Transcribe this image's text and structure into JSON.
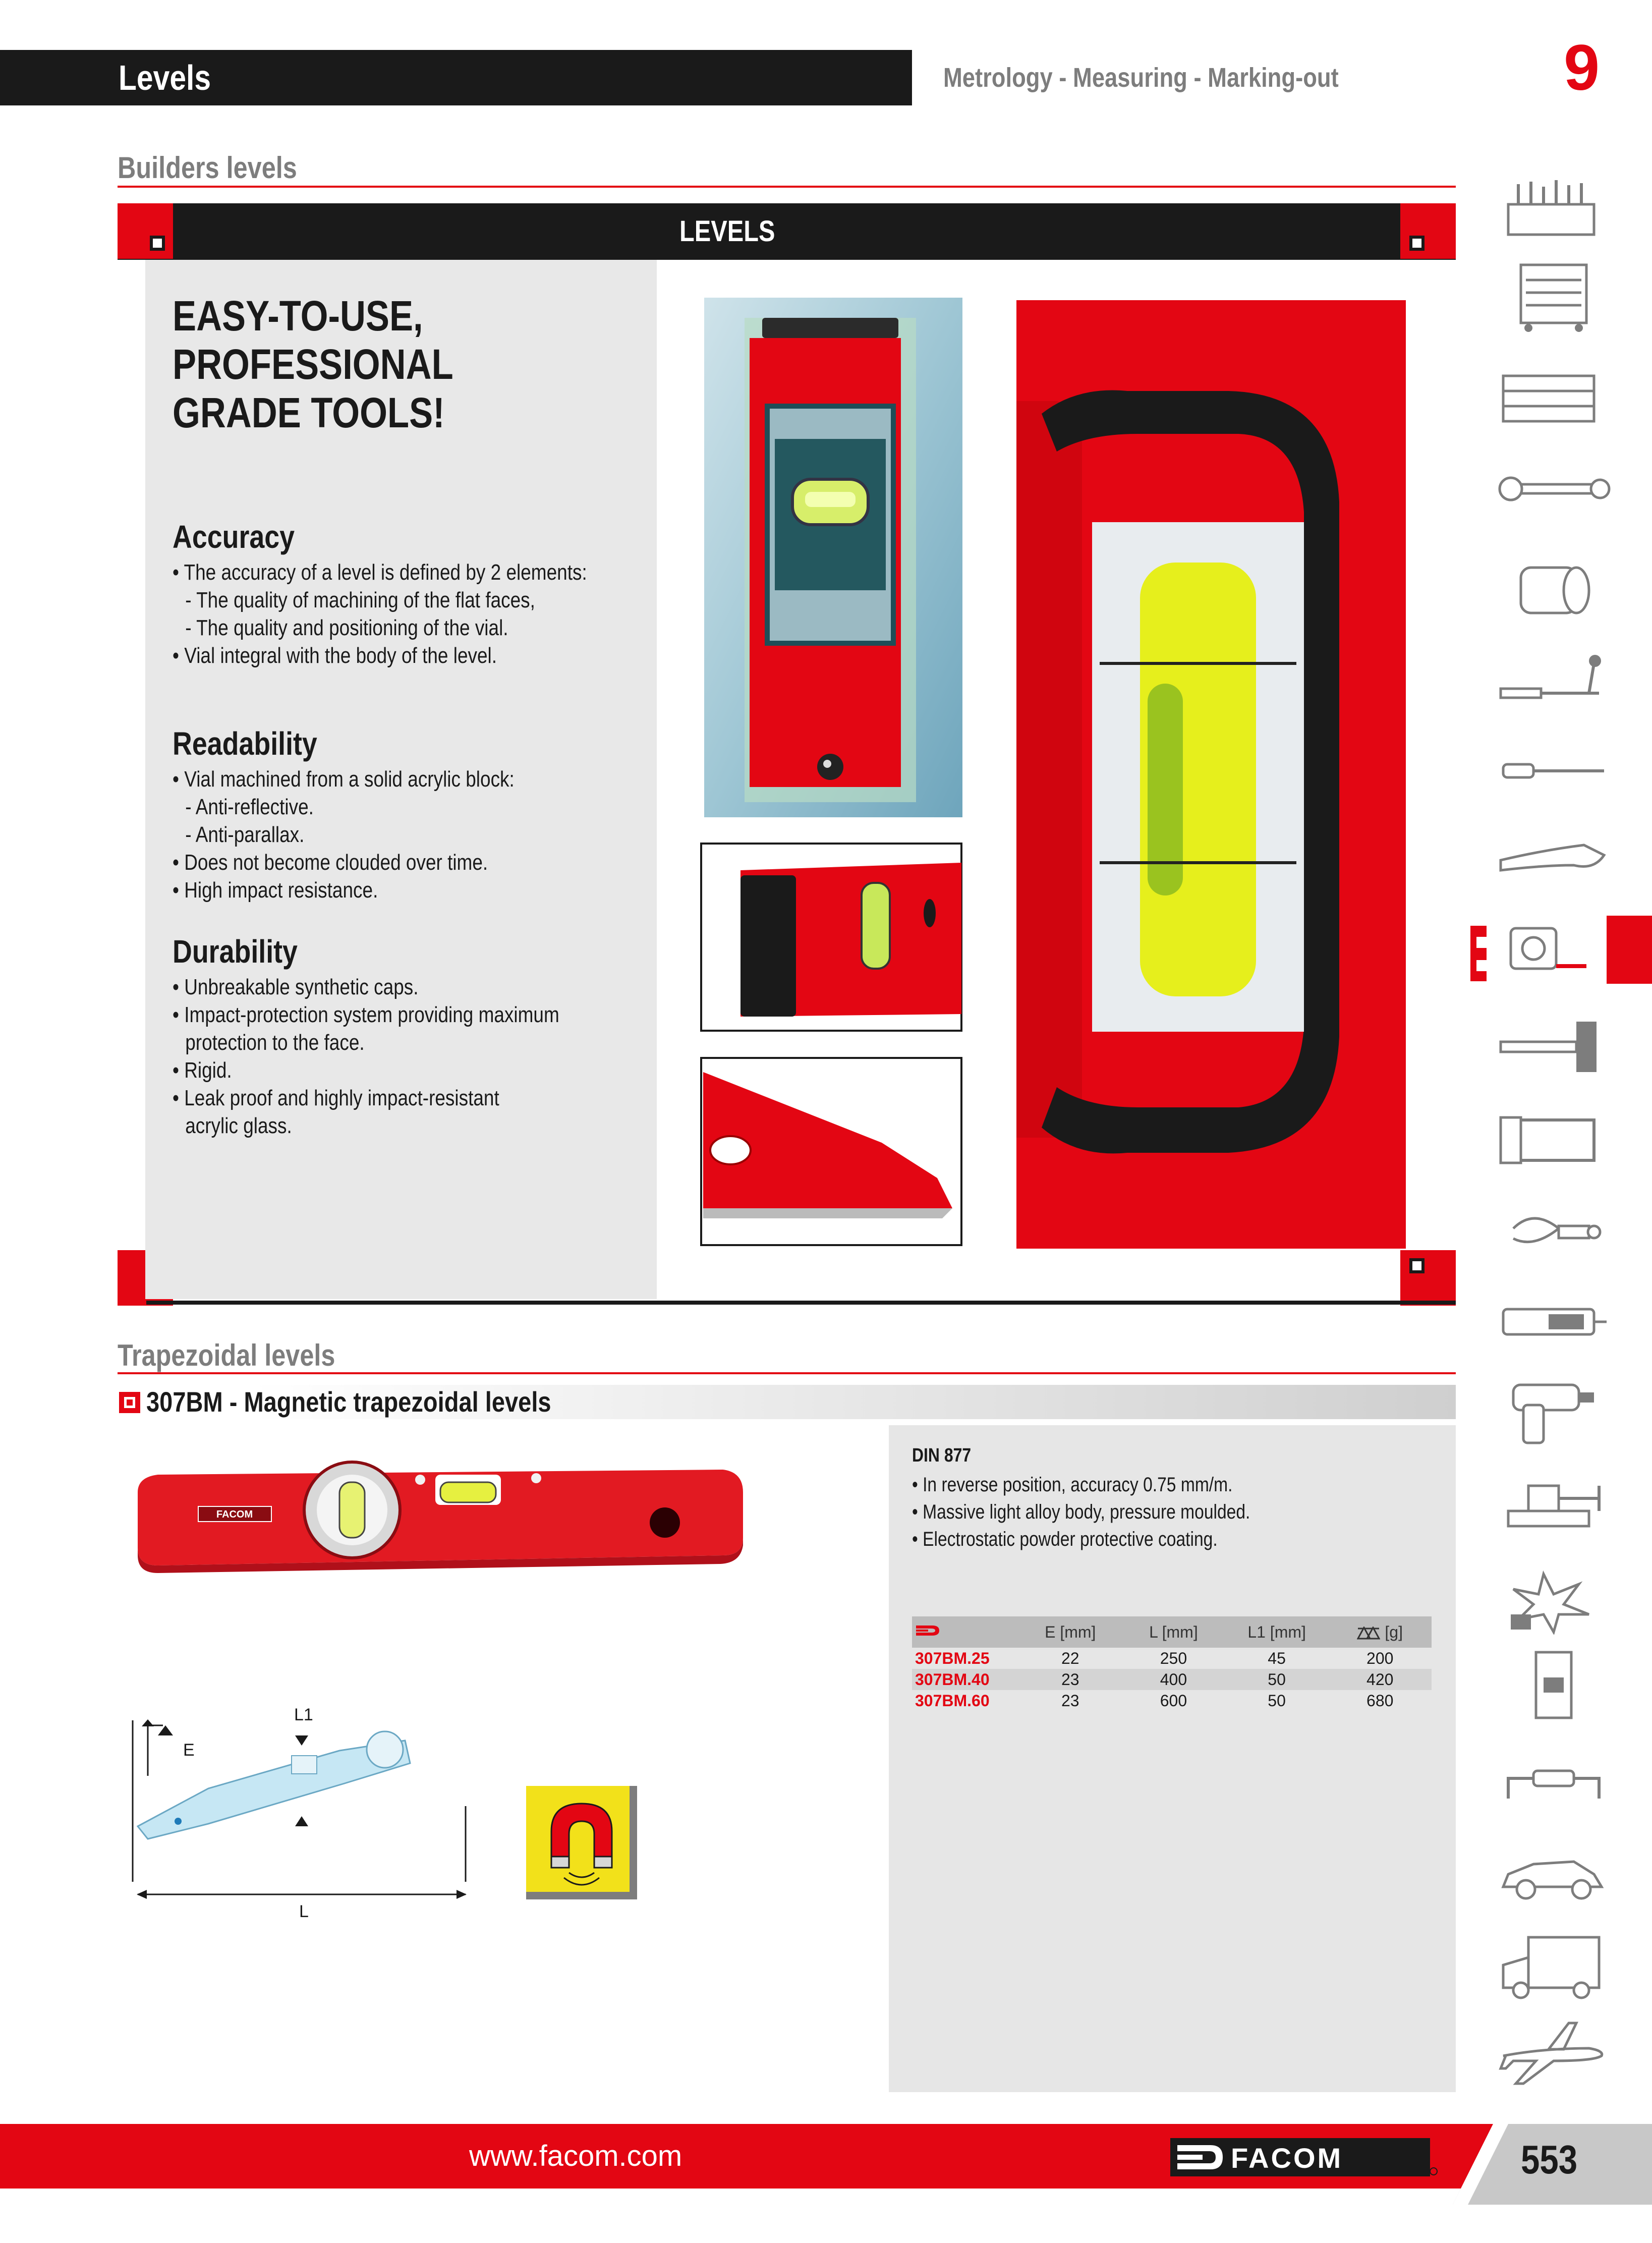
{
  "header": {
    "title": "Levels",
    "subtitle": "Metrology - Measuring - Marking-out",
    "chapter": "9"
  },
  "builders": {
    "section_title": "Builders levels",
    "panel_title": "LEVELS",
    "slogan": [
      "EASY-TO-USE,",
      "PROFESSIONAL",
      "GRADE TOOLS!"
    ],
    "blocks": [
      {
        "heading": "Accuracy",
        "lines": [
          "• The accuracy of a level is defined by 2 elements:",
          "   - The quality of machining of the flat faces,",
          "   - The quality and positioning of the vial.",
          "• Vial integral with the body of the level."
        ]
      },
      {
        "heading": "Readability",
        "lines": [
          "• Vial machined from a solid acrylic block:",
          "   - Anti-reflective.",
          "   - Anti-parallax.",
          "• Does not become clouded over time.",
          "• High impact resistance."
        ]
      },
      {
        "heading": "Durability",
        "lines": [
          "• Unbreakable synthetic caps.",
          "• Impact-protection system providing maximum",
          "   protection to the face.",
          "• Rigid.",
          "• Leak proof and highly impact-resistant",
          "   acrylic glass."
        ]
      }
    ]
  },
  "trapezoidal": {
    "section_title": "Trapezoidal levels",
    "product_title": "307BM - Magnetic trapezoidal levels",
    "logo_on_level": "FACOM",
    "diagram_labels": {
      "l1": "L1",
      "e": "E",
      "l": "L"
    },
    "spec_title": "DIN 877",
    "spec_lines": [
      "• In reverse position, accuracy 0.75 mm/m.",
      "• Massive light alloy body, pressure moulded.",
      "• Electrostatic powder protective coating."
    ],
    "table": {
      "headers": [
        "",
        "E [mm]",
        "L [mm]",
        "L1 [mm]",
        "[g]"
      ],
      "rows": [
        [
          "307BM.25",
          "22",
          "250",
          "45",
          "200"
        ],
        [
          "307BM.40",
          "23",
          "400",
          "50",
          "420"
        ],
        [
          "307BM.60",
          "23",
          "600",
          "50",
          "680"
        ]
      ]
    }
  },
  "footer": {
    "url": "www.facom.com",
    "brand": "FACOM",
    "page": "553"
  },
  "side_tabs": [
    "tool-kits-icon",
    "tool-cabinet-icon",
    "tool-box-icon",
    "wrench-icon",
    "socket-icon",
    "torque-wrench-icon",
    "screwdriver-icon",
    "pliers-icon",
    "tape-measure-icon",
    "hammer-icon",
    "hacksaw-icon",
    "puller-icon",
    "electronic-tool-icon",
    "impact-wrench-icon",
    "vice-icon",
    "safety-icon",
    "electrical-icon",
    "handle-icon",
    "car-icon",
    "truck-icon",
    "aircraft-icon"
  ],
  "colors": {
    "accent_red": "#e30613",
    "dark": "#1a1a1a",
    "grey_text": "#7d7d7d",
    "panel_grey": "#e8e8e8"
  }
}
